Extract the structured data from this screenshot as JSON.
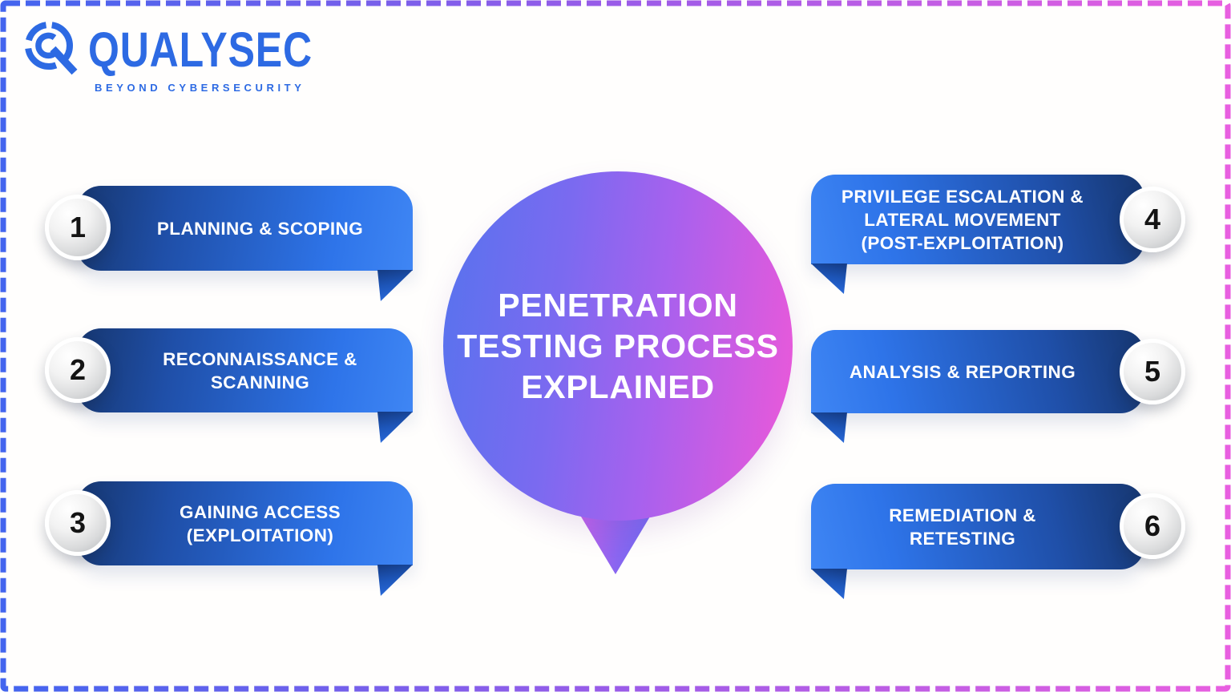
{
  "brand": {
    "name": "QUALYSEC",
    "tagline": "BEYOND CYBERSECURITY",
    "color": "#2d6ae3"
  },
  "center": {
    "title_lines": [
      "PENETRATION",
      "TESTING PROCESS",
      "EXPLAINED"
    ],
    "gradient": [
      "#5673ee",
      "#a761ee",
      "#ee58d8"
    ]
  },
  "steps": [
    {
      "number": "1",
      "lines": [
        "PLANNING & SCOPING"
      ]
    },
    {
      "number": "2",
      "lines": [
        "RECONNAISSANCE &",
        "SCANNING"
      ]
    },
    {
      "number": "3",
      "lines": [
        "GAINING ACCESS",
        "(EXPLOITATION)"
      ]
    },
    {
      "number": "4",
      "lines": [
        "PRIVILEGE ESCALATION &",
        "LATERAL MOVEMENT",
        "(POST-EXPLOITATION)"
      ]
    },
    {
      "number": "5",
      "lines": [
        "ANALYSIS & REPORTING"
      ]
    },
    {
      "number": "6",
      "lines": [
        "REMEDIATION &",
        "RETESTING"
      ]
    }
  ],
  "palette": {
    "banner_dark": "#16366f",
    "banner_bright": "#2e74e9",
    "border_dash_left": "#4365ee",
    "border_dash_mid": "#9a5ce8",
    "border_dash_right": "#e85fe0",
    "banner_text": "#ffffff",
    "number_text": "#141414"
  }
}
